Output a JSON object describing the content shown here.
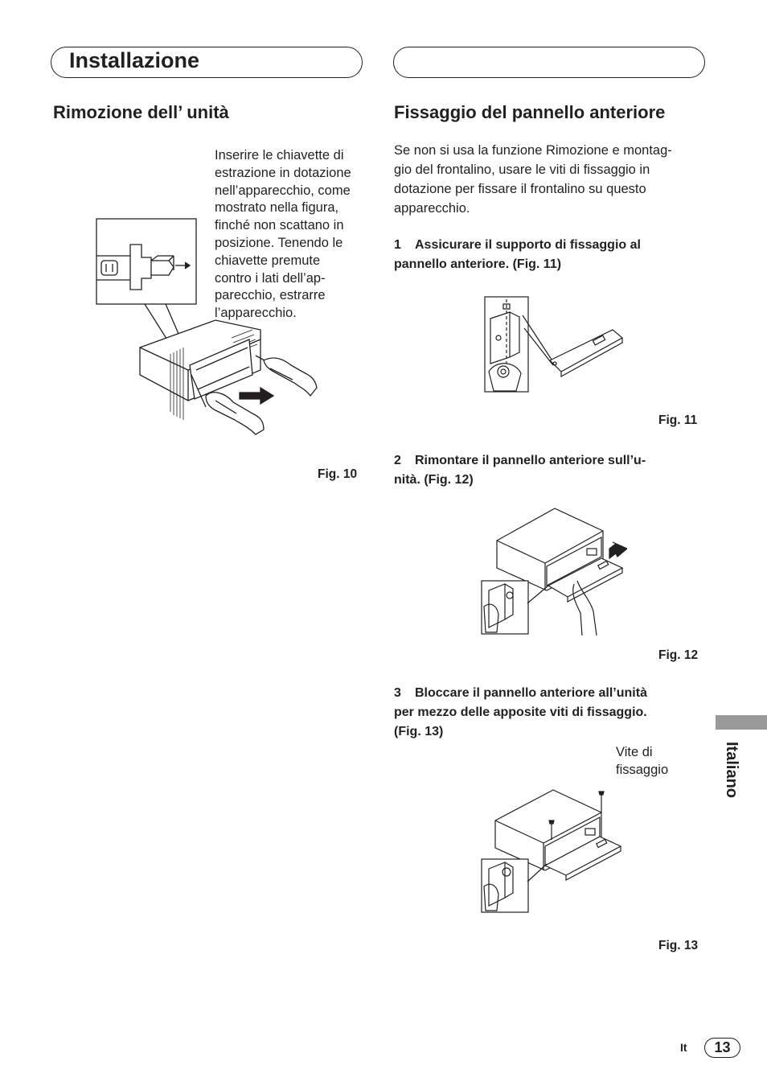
{
  "header": {
    "section_title": "Installazione"
  },
  "left": {
    "heading": "Rimozione dell’ unità",
    "instruction_lines": [
      "Inserire le chiavette di",
      "estrazione in dotazione",
      "nell’apparecchio, come",
      "mostrato nella figura,",
      "finché non scattano in",
      "posizione. Tenendo le",
      "chiavette premute",
      "contro i lati dell’ap-",
      "parecchio, estrarre",
      "l’apparecchio."
    ],
    "fig_caption": "Fig. 10"
  },
  "right": {
    "heading": "Fissaggio del pannello anteriore",
    "intro_lines": [
      "Se non si usa la funzione Rimozione e montag-",
      "gio del frontalino, usare le viti di fissaggio in",
      "dotazione per fissare il frontalino su questo",
      "apparecchio."
    ],
    "steps": [
      {
        "num": "1",
        "lines": [
          "Assicurare il supporto di fissaggio al",
          "pannello anteriore. (Fig. 11)"
        ],
        "caption": "Fig. 11"
      },
      {
        "num": "2",
        "lines": [
          "Rimontare il pannello anteriore sull’u-",
          "nità. (Fig. 12)"
        ],
        "caption": "Fig. 12"
      },
      {
        "num": "3",
        "lines": [
          "Bloccare il pannello anteriore all’unità",
          "per mezzo delle apposite viti di fissaggio.",
          "(Fig. 13)"
        ],
        "caption": "Fig. 13"
      }
    ],
    "screw_label_lines": [
      "Vite di",
      "fissaggio"
    ]
  },
  "side": {
    "language": "Italiano"
  },
  "footer": {
    "lang_code": "It",
    "page_number": "13"
  }
}
